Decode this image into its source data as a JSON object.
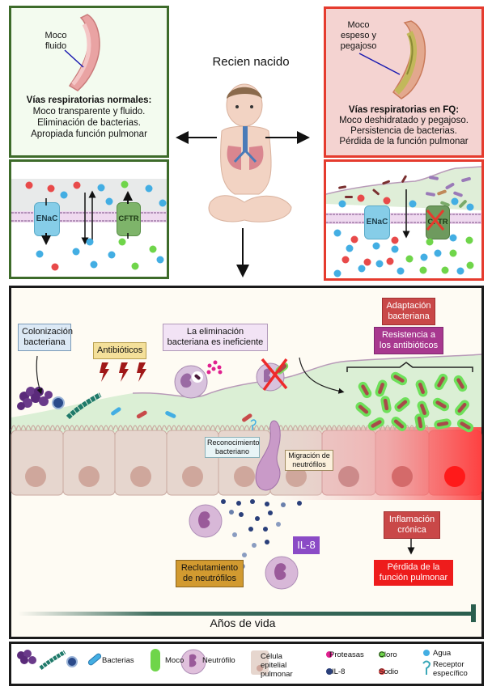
{
  "top": {
    "center_title": "Recien nacido",
    "normal": {
      "airway_label": "Moco fluido",
      "title": "Vías respiratorias normales:",
      "lines": [
        "Moco transparente y fluido.",
        "Eliminación de bacterias.",
        "Apropiada función pulmonar"
      ],
      "channel_enac": "ENaC",
      "channel_cftr": "CFTR",
      "border_color": "#3d6b2a",
      "bg_color": "#f3fbef"
    },
    "cf": {
      "airway_label": "Moco espeso y pegajoso",
      "title": "Vías respiratorias en FQ:",
      "lines": [
        "Moco deshidratado y pegajoso.",
        "Persistencia de bacterias.",
        "Pérdida de la función pulmonar"
      ],
      "channel_enac": "ENaC",
      "channel_cftr": "CFTR",
      "border_color": "#e53b2e",
      "bg_color": "#f4d3d1"
    }
  },
  "main": {
    "colonizacion": "Colonización bacteriana",
    "antibioticos": "Antibióticos",
    "eliminacion": "La eliminación bacteriana es ineficiente",
    "adaptacion": "Adaptación bacteriana",
    "resistencia": "Resistencia a los antibióticos",
    "reconocimiento": "Reconocimiento bacteriano",
    "migracion": "Migración de neutrófilos",
    "il8": "IL-8",
    "reclutamiento": "Reclutamiento de neutrófilos",
    "inflamacion": "Inflamación crónica",
    "perdida": "Pérdida de la función pulmonar",
    "timeline": "Años de vida"
  },
  "legend": {
    "bacterias": "Bacterias",
    "moco": "Moco",
    "neutrofilo": "Neutrófilo",
    "celula": "Célula epitelial pulmonar",
    "proteasas": "Proteasas",
    "il8": "IL-8",
    "cloro": "Cloro",
    "sodio": "Sodio",
    "agua": "Agua",
    "receptor": "Receptor específico"
  },
  "colors": {
    "sodium": "#e84a4a",
    "water": "#43aee3",
    "chloride": "#6fd54a",
    "protease": "#e0208f",
    "il8": "#2a3f7a",
    "timeline": "#2a5e4e",
    "antibiotic_box": "#f4e09a",
    "adaptacion_box": "#c94848",
    "resistencia_box": "#a8388f",
    "il8_box": "#8b4bc6",
    "reclutamiento_box": "#d29a30",
    "inflamacion_box": "#c94848",
    "perdida_box": "#ee1c1c"
  }
}
